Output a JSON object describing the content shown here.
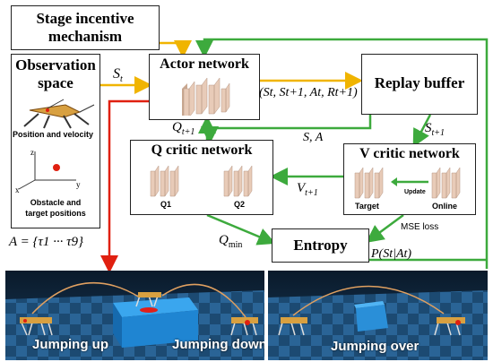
{
  "stage": {
    "title_line1": "Stage incentive",
    "title_line2": "mechanism"
  },
  "observation": {
    "title_line1": "Observation",
    "title_line2": "space",
    "pos_vel": "Position and velocity",
    "obstacle_line1": "Obstacle and",
    "obstacle_line2": "target positions"
  },
  "axes": {
    "x": "x",
    "y": "y",
    "z": "z"
  },
  "actor": {
    "title": "Actor network"
  },
  "replay": {
    "title": "Replay buffer"
  },
  "qcritic": {
    "title": "Q critic network",
    "q1": "Q1",
    "q2": "Q2"
  },
  "vcritic": {
    "title": "V critic network",
    "target": "Target",
    "online": "Online",
    "update": "Update"
  },
  "entropy": {
    "title": "Entropy"
  },
  "labels": {
    "st": "S",
    "st_sub": "t",
    "tuple": "(S",
    "tuple_full": "(St, St+1, At, Rt+1)",
    "qt1": "Q",
    "qt1_sub": "t+1",
    "st_at": "S, A",
    "st1": "S",
    "st1_sub": "t+1",
    "vt1": "V",
    "vt1_sub": "t+1",
    "qmin": "Q",
    "qmin_sub": "min",
    "mse": "MSE loss",
    "p": "P(S",
    "p_full": "P(St|At)",
    "action_set": "A = {τ1 ··· τ9}"
  },
  "panels": {
    "jump_up": "Jumping up",
    "jump_down": "Jumping down",
    "jump_over": "Jumping over"
  },
  "colors": {
    "green": "#3daa3d",
    "yellow": "#f0b400",
    "red": "#e02010",
    "panel_bg": "#1e4e78",
    "block": "#2a8fd8",
    "layer": "#e8cbb8"
  }
}
